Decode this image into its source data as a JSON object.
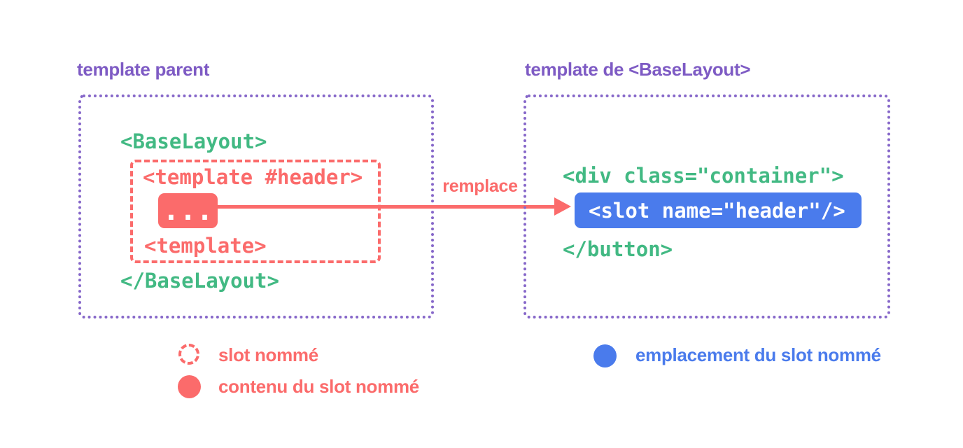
{
  "colors": {
    "background": "#ffffff",
    "purple_heading": "#7e5bc4",
    "purple_border": "#8667c9",
    "code_green": "#42b983",
    "salmon_red": "#fb6b6b",
    "slot_blue": "#4a7bec",
    "chip_text_white": "#ffffff"
  },
  "left_panel": {
    "title": "template parent",
    "code_open": "<BaseLayout>",
    "slot": {
      "open": "<template #header>",
      "content": "...",
      "close": "<template>"
    },
    "code_close": "</BaseLayout>"
  },
  "arrow": {
    "label": "remplace"
  },
  "right_panel": {
    "title": "template de <BaseLayout>",
    "code_open": "<div class=\"container\">",
    "slot_placeholder": "<slot name=\"header\"/>",
    "code_close": "</button>"
  },
  "legend": {
    "items": [
      {
        "swatch": "dashed-red-circle",
        "label": "slot nommé"
      },
      {
        "swatch": "filled-red-circle",
        "label": "contenu du slot nommé"
      },
      {
        "swatch": "filled-blue-circle",
        "label": "emplacement du slot nommé"
      }
    ]
  }
}
